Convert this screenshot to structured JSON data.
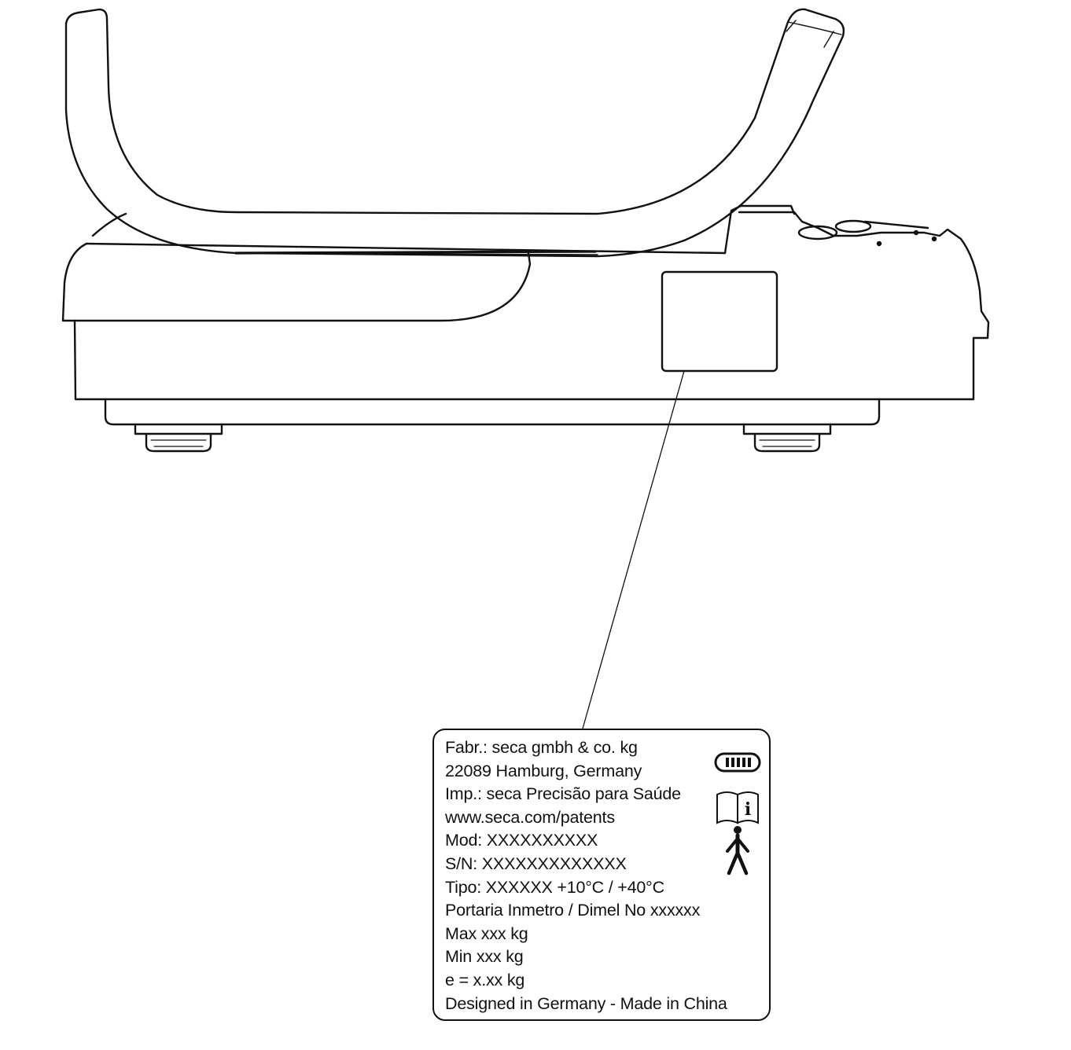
{
  "label": {
    "lines": [
      "Fabr.: seca gmbh & co. kg",
      "22089 Hamburg, Germany",
      "Imp.: seca Precisão para Saúde",
      "www.seca.com/patents",
      "Mod: XXXXXXXXXX",
      "S/N: XXXXXXXXXXXXX",
      "Tipo: XXXXXX +10°C / +40°C",
      "Portaria Inmetro / Dimel No xxxxxx",
      "Max xxx kg",
      "Min xxx kg",
      "e = x.xx kg",
      "Designed in Germany - Made in China"
    ],
    "info_symbol": "i",
    "icons": [
      "battery-icon",
      "consult-instructions-icon",
      "type-b-applied-part-icon"
    ]
  }
}
